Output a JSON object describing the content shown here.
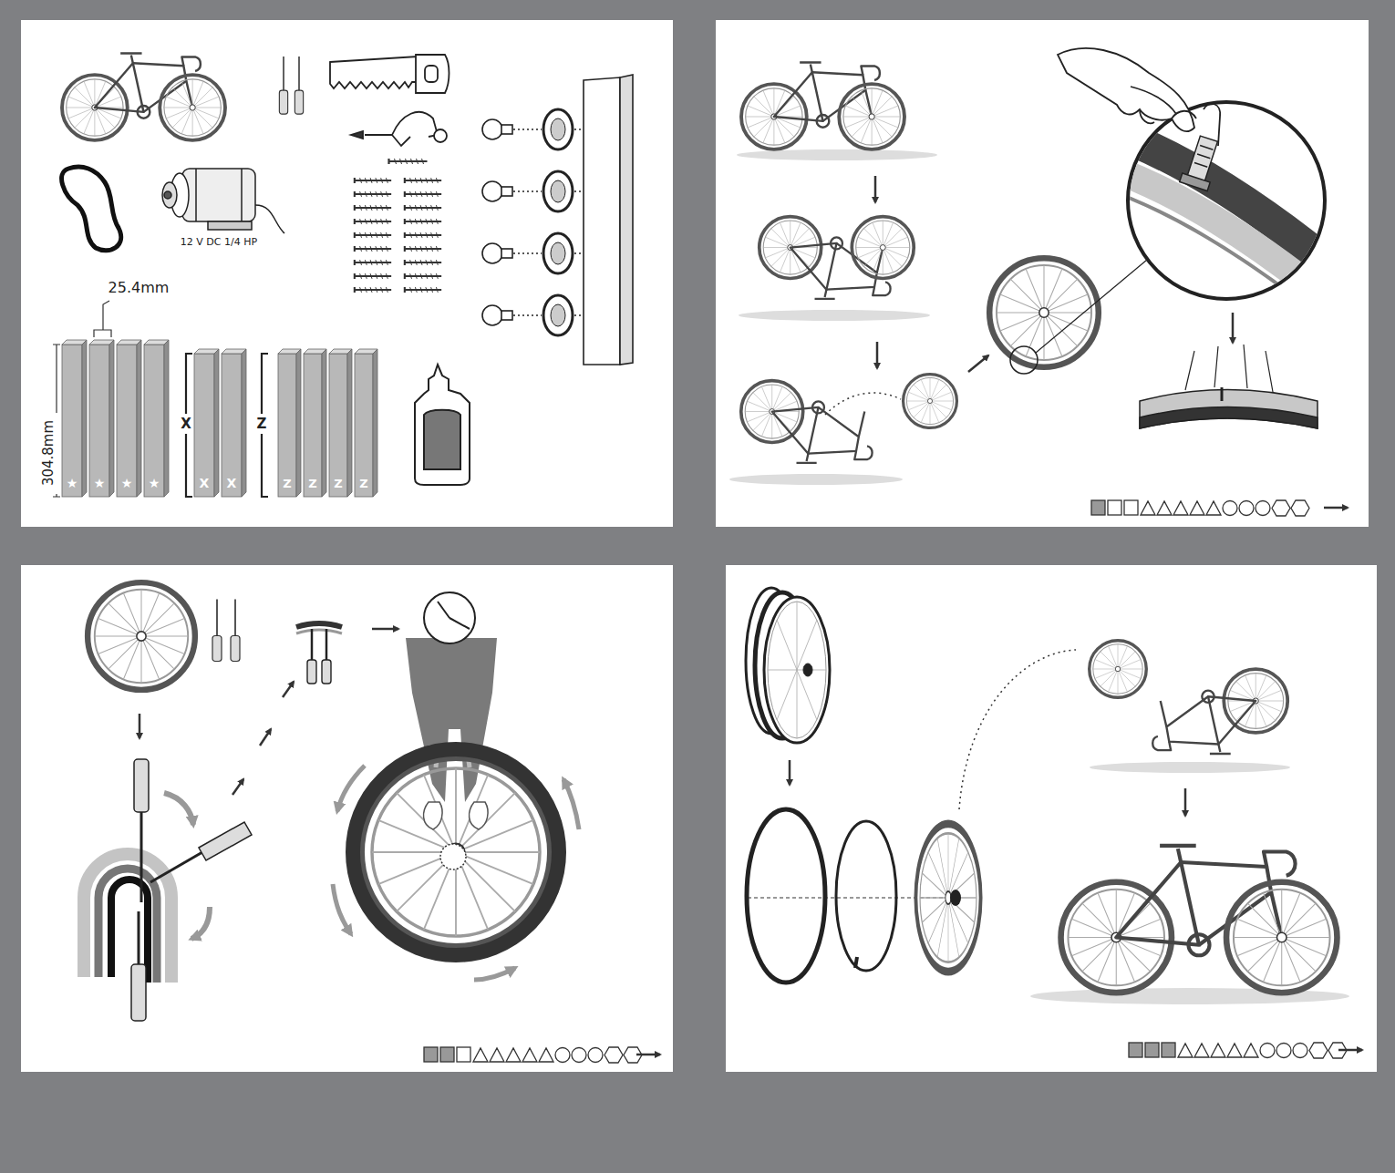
{
  "diagram": {
    "labels": [
      "12 V DC 1/4 HP",
      "25.4mm",
      "304.8mm",
      "X",
      "Z",
      "★",
      "★",
      "★",
      "★",
      "X",
      "X",
      "Z",
      "Z",
      "Z",
      "Z"
    ]
  }
}
